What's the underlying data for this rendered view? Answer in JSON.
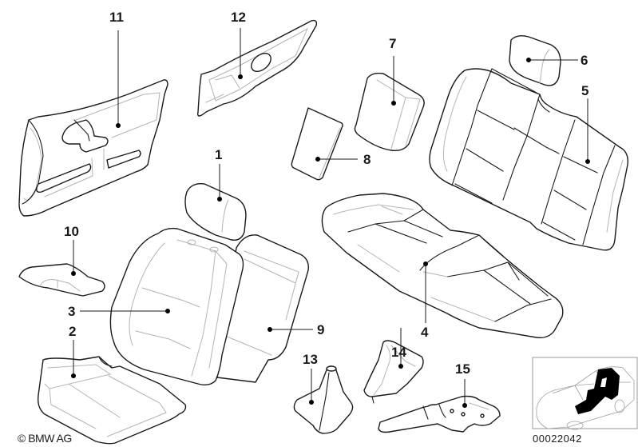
{
  "diagram": {
    "title": "Seat and interior trim parts",
    "callouts": [
      {
        "id": "1",
        "part": "front-headrest"
      },
      {
        "id": "2",
        "part": "front-seat-cushion-cover"
      },
      {
        "id": "3",
        "part": "front-seat-backrest-cover"
      },
      {
        "id": "4",
        "part": "rear-seat-cushion-cover"
      },
      {
        "id": "5",
        "part": "rear-seat-backrest-cover"
      },
      {
        "id": "6",
        "part": "rear-headrest"
      },
      {
        "id": "7",
        "part": "rear-headrest-cover"
      },
      {
        "id": "8",
        "part": "trim-panel-insert"
      },
      {
        "id": "9",
        "part": "front-seat-backrest-rear-panel"
      },
      {
        "id": "10",
        "part": "armrest"
      },
      {
        "id": "11",
        "part": "front-door-trim-panel"
      },
      {
        "id": "12",
        "part": "rear-side-trim-panel"
      },
      {
        "id": "13",
        "part": "gear-shift-boot"
      },
      {
        "id": "14",
        "part": "handbrake-boot"
      },
      {
        "id": "15",
        "part": "handbrake-lever"
      }
    ],
    "copyright": "© BMW AG",
    "diagram_code": "00022042",
    "thumbnail": {
      "highlight": "seats-interior",
      "highlight_color": "#000000"
    }
  }
}
